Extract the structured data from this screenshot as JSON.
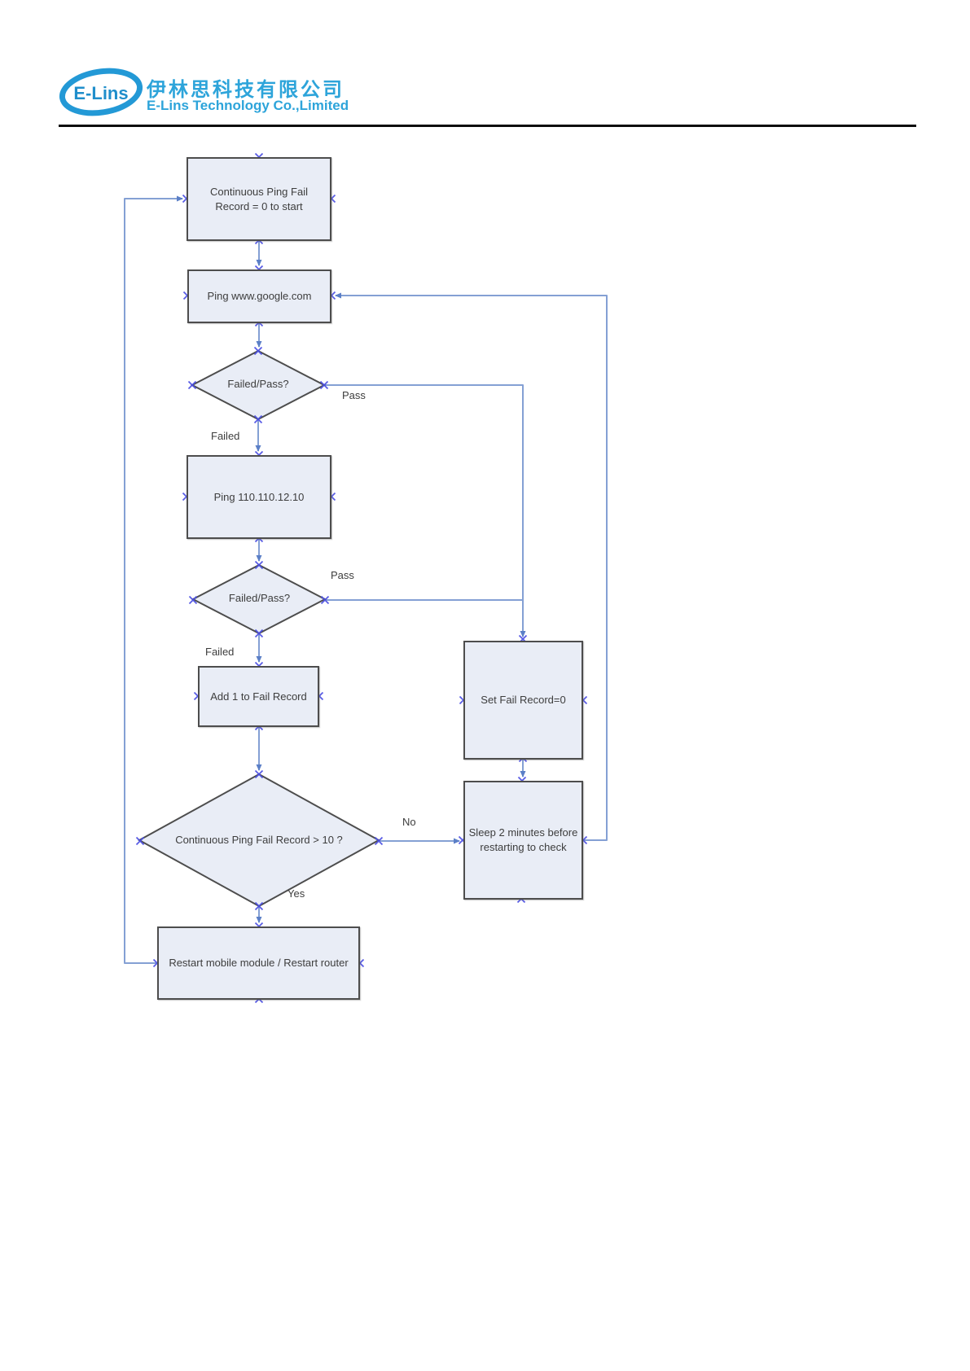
{
  "header": {
    "logo_text": "E-Lins",
    "company_cn": "伊林思科技有限公司",
    "company_en": "E-Lins Technology Co.,Limited"
  },
  "colors": {
    "logo_blue": "#2da4da",
    "node_fill": "#e9edf6",
    "node_border": "#4d4d4d",
    "connector_blue": "#84a0d4",
    "arrow_blue": "#5b7fc7",
    "connection_point_blue": "#4b4fe3",
    "text": "#3d3d3d",
    "header_rule": "#0d0d0d"
  },
  "flowchart": {
    "nodes": {
      "start": {
        "label": "Continuous Ping Fail Record = 0 to start",
        "shape": "box"
      },
      "ping_google": {
        "label": "Ping www.google.com",
        "shape": "box"
      },
      "decision1": {
        "label": "Failed/Pass?",
        "shape": "diamond"
      },
      "ping_ip": {
        "label": "Ping 110.110.12.10",
        "shape": "box"
      },
      "decision2": {
        "label": "Failed/Pass?",
        "shape": "diamond"
      },
      "add_fail": {
        "label": "Add 1 to Fail Record",
        "shape": "box"
      },
      "decision3": {
        "label": "Continuous Ping Fail Record > 10 ?",
        "shape": "diamond"
      },
      "restart": {
        "label": "Restart mobile module / Restart router",
        "shape": "box"
      },
      "set_record": {
        "label": "Set Fail Record=0",
        "shape": "box"
      },
      "sleep": {
        "label": "Sleep 2 minutes before restarting to check",
        "shape": "box"
      }
    },
    "edge_labels": {
      "d1_pass": "Pass",
      "d1_failed": "Failed",
      "d2_pass": "Pass",
      "d2_failed": "Failed",
      "d3_no": "No",
      "d3_yes": "Yes"
    }
  }
}
